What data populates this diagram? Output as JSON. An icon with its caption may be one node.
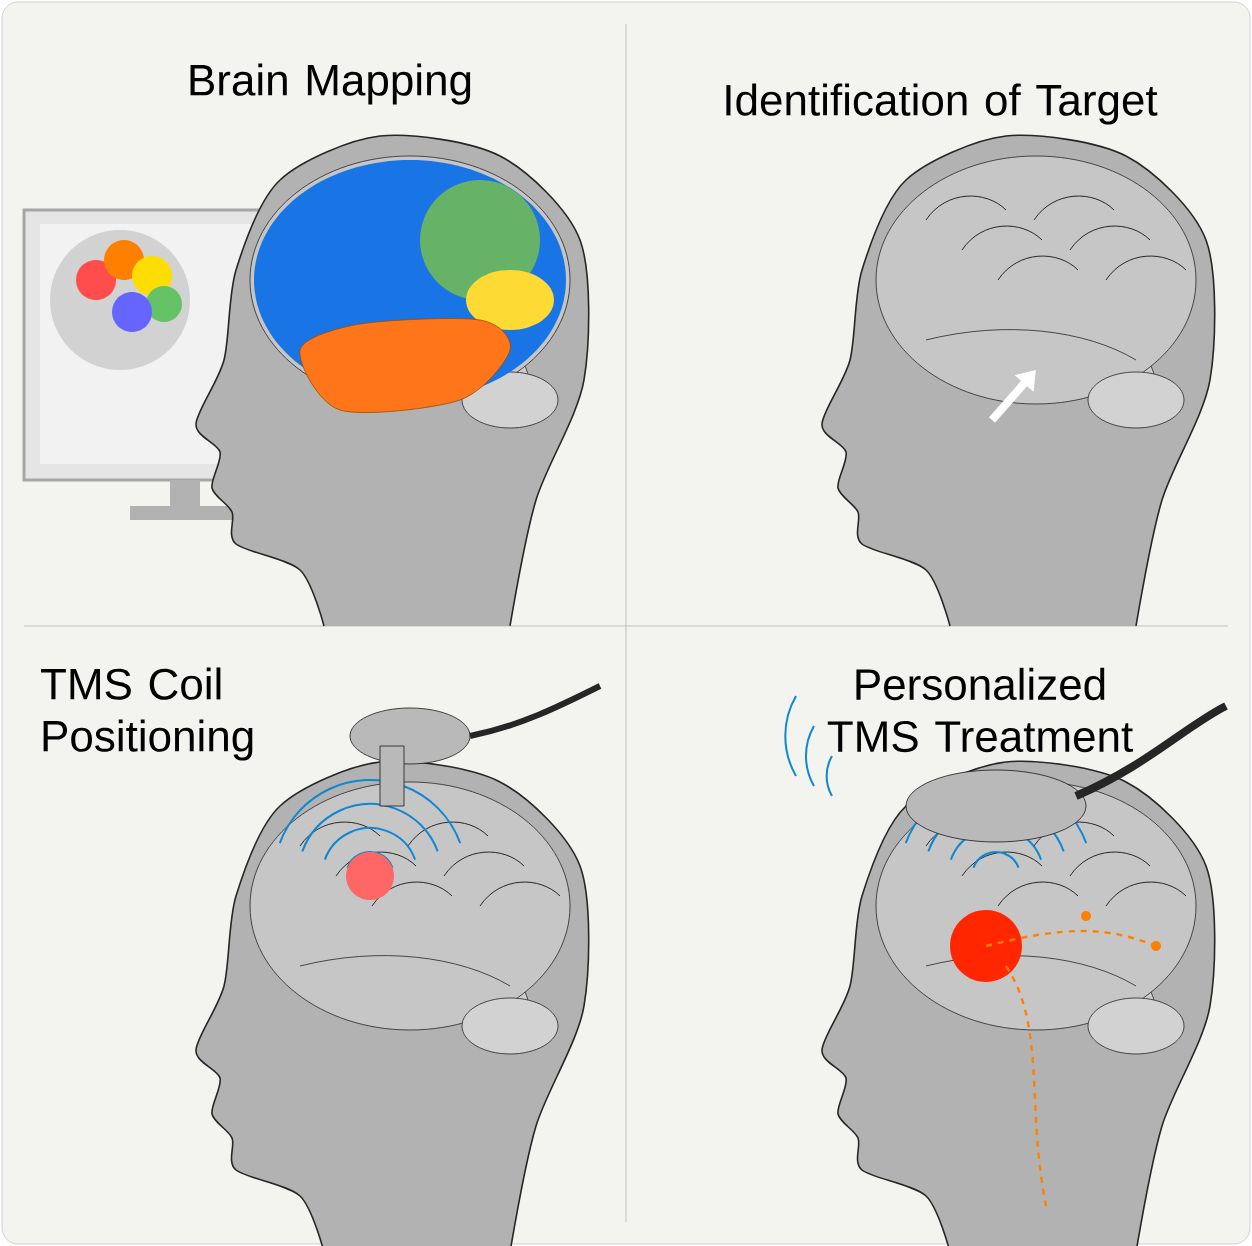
{
  "diagram": {
    "labels": [
      "Brain Mapping",
      "Identification of Target",
      "TMS Coil Positioning",
      "Personalized TMS Treatment"
    ]
  }
}
